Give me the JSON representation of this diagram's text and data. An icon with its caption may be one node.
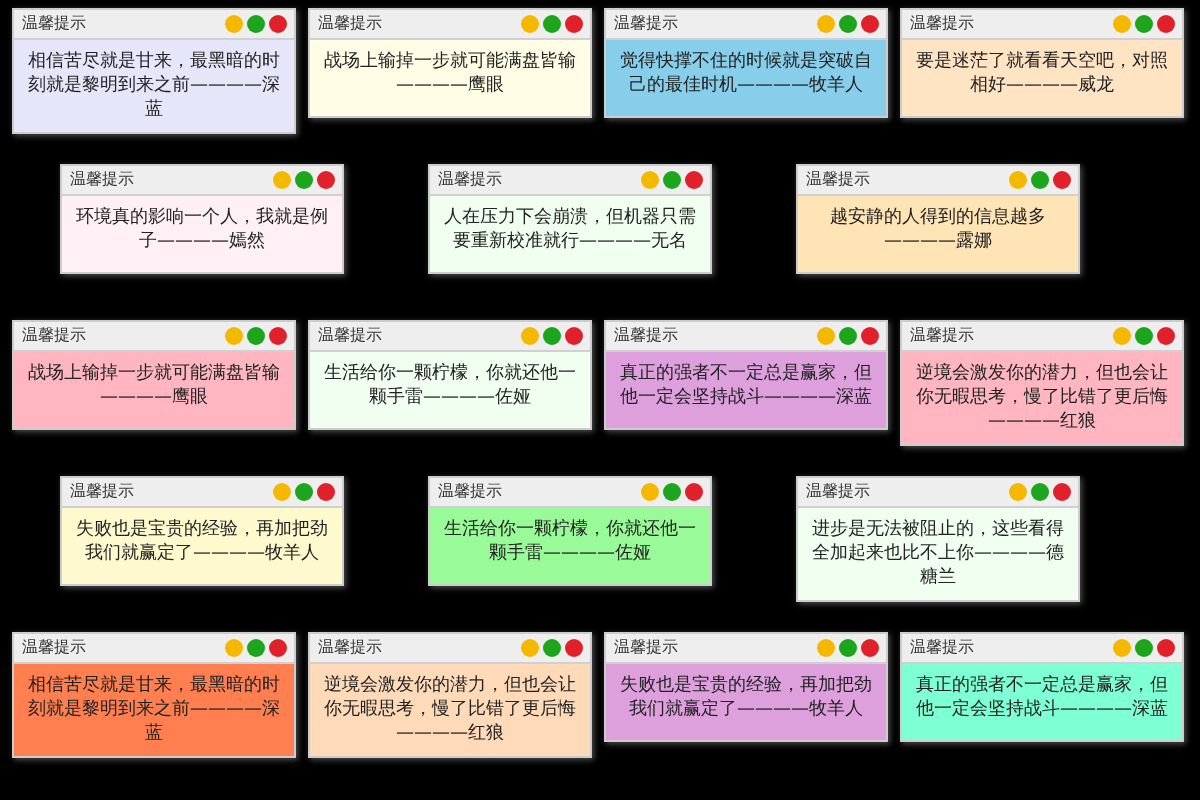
{
  "diagram": {
    "nodes": [
      {
        "text": [
          "温馨提示",
          "相信苦尽就是甘来，最黑暗的时刻就是黎明到来之前————深蓝"
        ]
      },
      {
        "text": [
          "温馨提示",
          "战场上输掉一步就可能满盘皆输————鹰眼"
        ]
      },
      {
        "text": [
          "温馨提示",
          "觉得快撑不住的时候就是突破自己的最佳时机————牧羊人"
        ]
      },
      {
        "text": [
          "温馨提示",
          "要是迷茫了就看看天空吧，对照相好————威龙"
        ]
      },
      {
        "text": [
          "温馨提示",
          "环境真的影响一个人，我就是例子————嫣然"
        ]
      },
      {
        "text": [
          "温馨提示",
          "人在压力下会崩溃，但机器只需要重新校准就行————无名"
        ]
      },
      {
        "text": [
          "温馨提示",
          "越安静的人得到的信息越多————露娜"
        ]
      },
      {
        "text": [
          "温馨提示",
          "战场上输掉一步就可能满盘皆输————鹰眼"
        ]
      },
      {
        "text": [
          "温馨提示",
          "生活给你一颗柠檬，你就还他一颗手雷————佐娅"
        ]
      },
      {
        "text": [
          "温馨提示",
          "真正的强者不一定总是赢家，但他一定会坚持战斗————深蓝"
        ]
      },
      {
        "text": [
          "温馨提示",
          "逆境会激发你的潜力，但也会让你无暇思考，慢了比错了更后悔————红狼"
        ]
      },
      {
        "text": [
          "温馨提示",
          "失败也是宝贵的经验，再加把劲我们就赢定了————牧羊人"
        ]
      },
      {
        "text": [
          "温馨提示",
          "生活给你一颗柠檬，你就还他一颗手雷————佐娅"
        ]
      },
      {
        "text": [
          "温馨提示",
          "进步是无法被阻止的，这些看得全加起来也比不上你————德糖兰"
        ]
      },
      {
        "text": [
          "温馨提示",
          "相信苦尽就是甘来，最黑暗的时刻就是黎明到来之前————深蓝"
        ]
      },
      {
        "text": [
          "温馨提示",
          "逆境会激发你的潜力，但也会让你无暇思考，慢了比错了更后悔————红狼"
        ]
      },
      {
        "text": [
          "温馨提示",
          "失败也是宝贵的经验，再加把劲我们就赢定了————牧羊人"
        ]
      },
      {
        "text": [
          "温馨提示",
          "真正的强者不一定总是赢家，但他一定会坚持战斗————深蓝"
        ]
      }
    ]
  }
}
